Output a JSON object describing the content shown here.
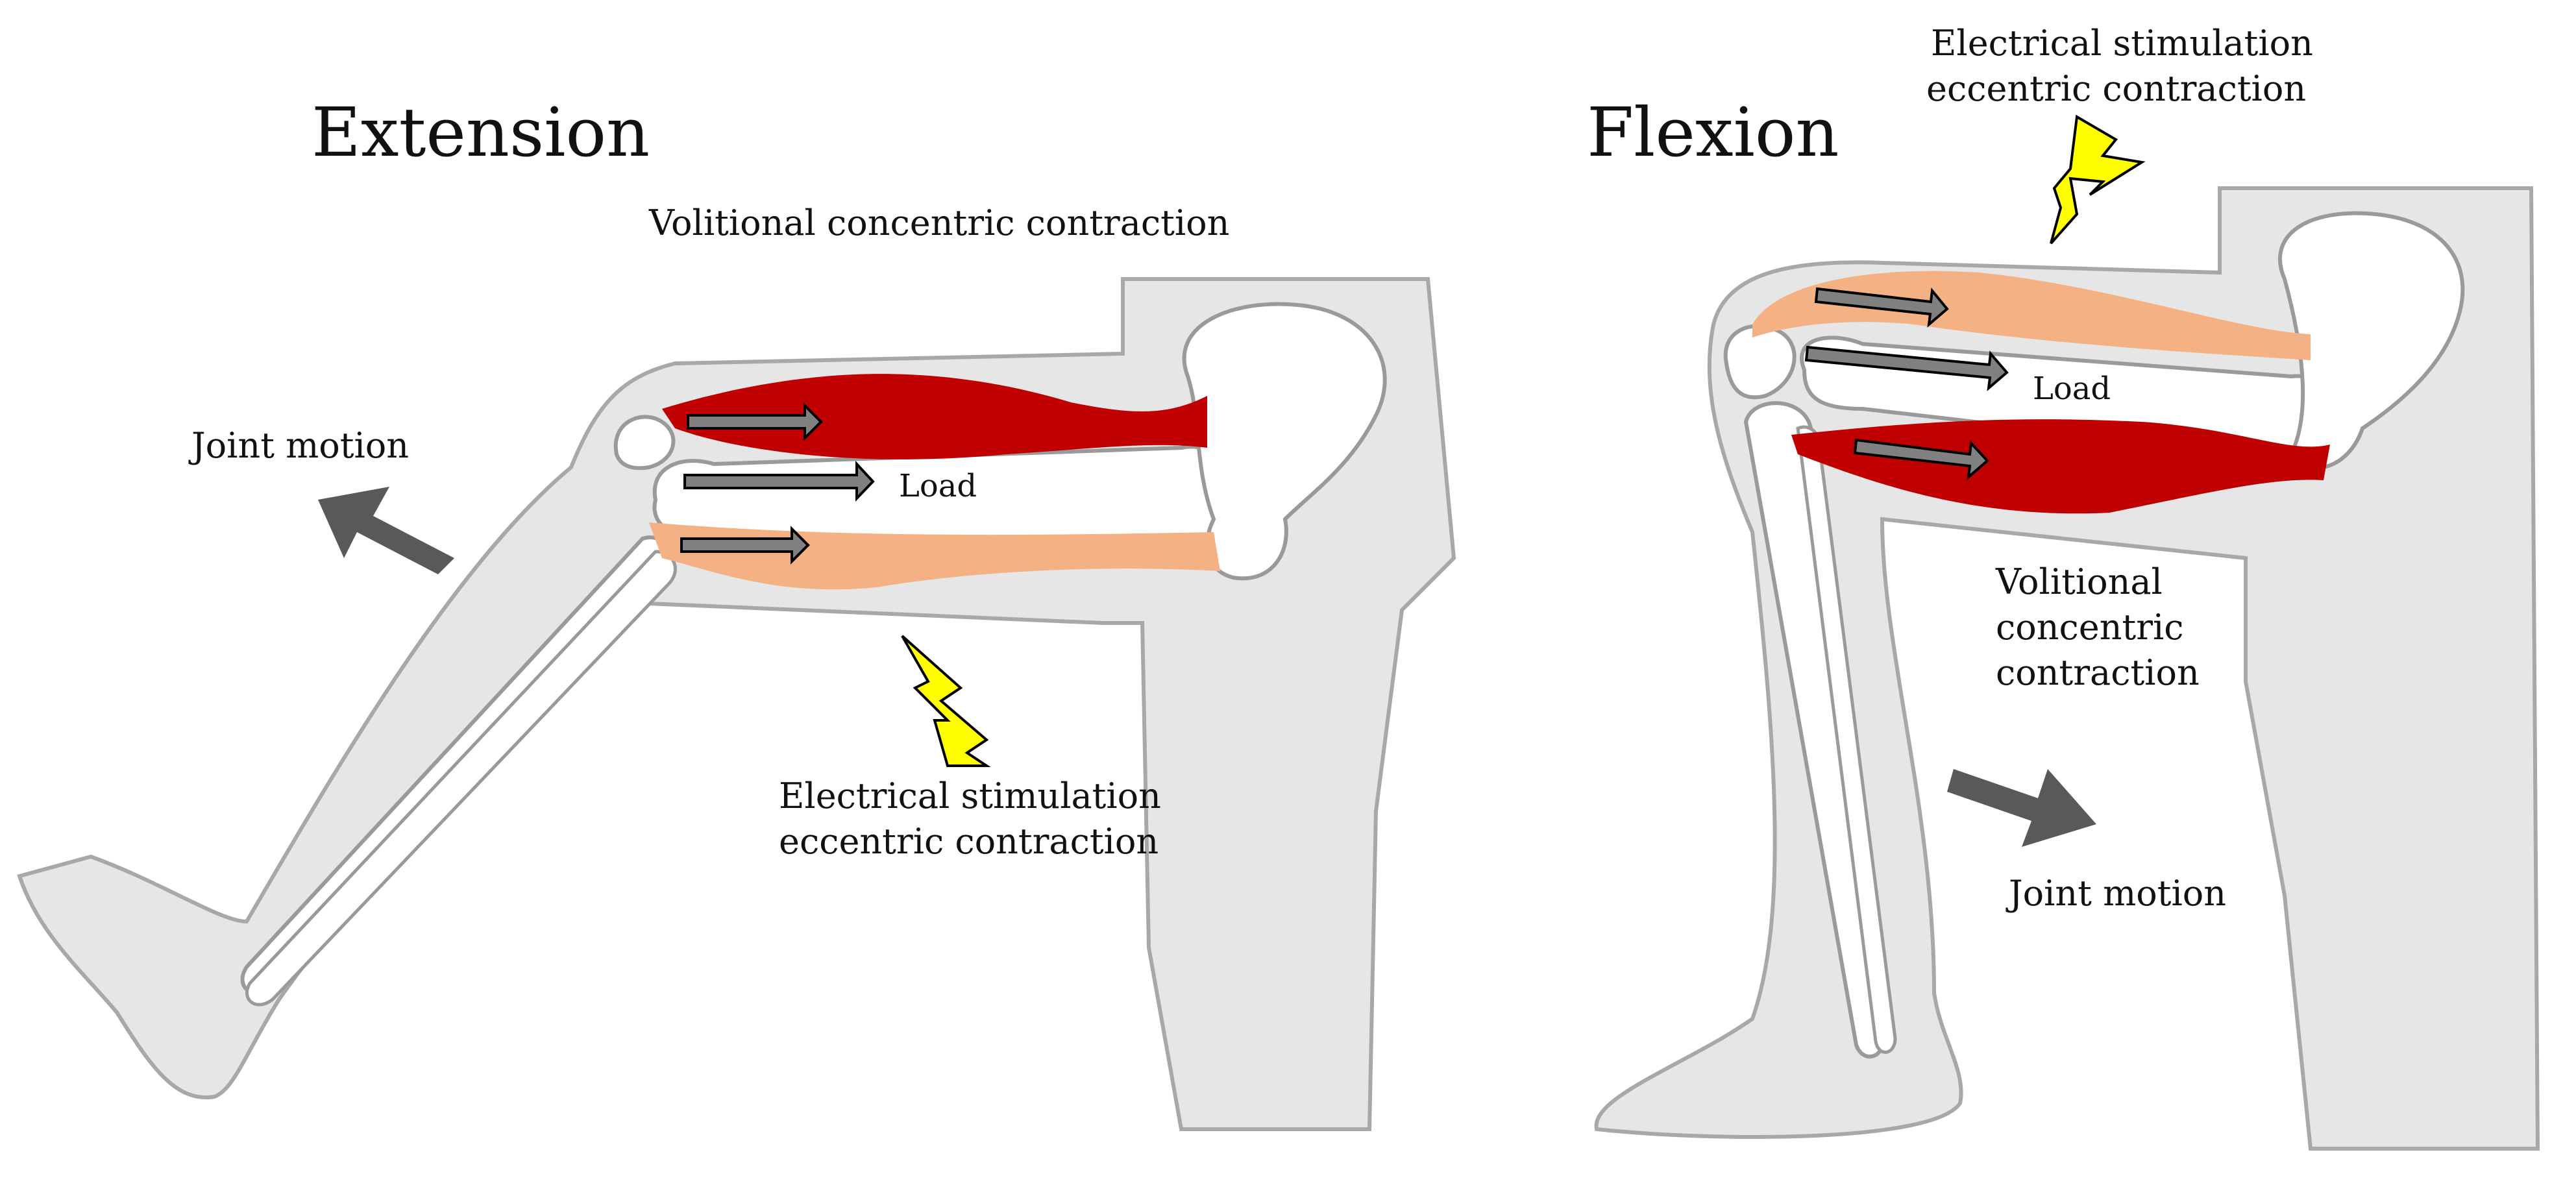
{
  "panels": {
    "extension": {
      "title": "Extension",
      "top_label": "Volitional concentric contraction",
      "joint_motion": "Joint motion",
      "load": "Load",
      "stim_line1": "Electrical stimulation",
      "stim_line2": "eccentric contraction"
    },
    "flexion": {
      "title": "Flexion",
      "stim_line1": "Electrical stimulation",
      "stim_line2": "eccentric contraction",
      "load": "Load",
      "volitional_line1": "Volitional",
      "volitional_line2": "concentric",
      "volitional_line3": "contraction",
      "joint_motion": "Joint motion"
    }
  },
  "colors": {
    "body": "#e6e6e6",
    "outline": "#a8a8a8",
    "bone": "#ffffff",
    "bone_outline": "#9a9a9a",
    "active_muscle": "#c00000",
    "passive_muscle": "#f4b183",
    "force_arrow": "#808080",
    "motion_arrow": "#595959",
    "lightning": "#ffff00"
  },
  "icons": [
    "lightning-bolt-icon",
    "force-arrow-icon",
    "joint-motion-arrow-icon"
  ]
}
